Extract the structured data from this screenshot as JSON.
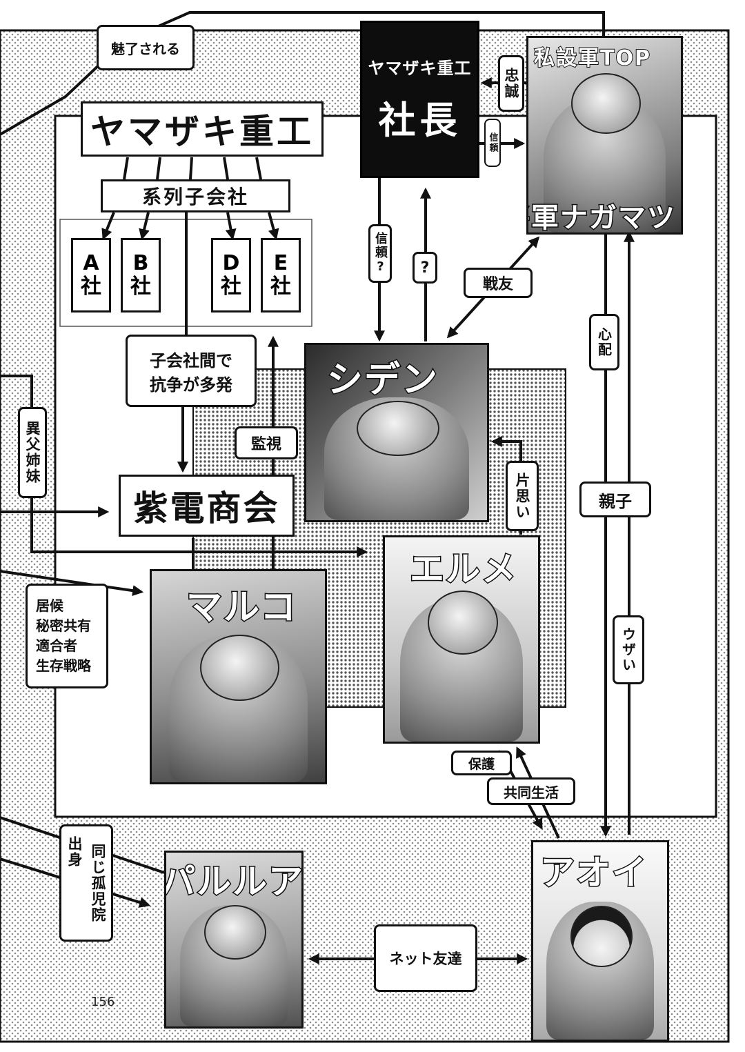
{
  "page_number": "156",
  "nodes": {
    "yamazaki_president": {
      "line1": "ヤマザキ重工",
      "line2": "社長"
    },
    "yamazaki_heavy": "ヤマザキ重工",
    "affiliates": "系列子会社",
    "sub_a": {
      "letter": "A",
      "suffix": "社"
    },
    "sub_b": {
      "letter": "B",
      "suffix": "社"
    },
    "sub_d": {
      "letter": "D",
      "suffix": "社"
    },
    "sub_e": {
      "letter": "E",
      "suffix": "社"
    },
    "shiden_trading": "紫電商会",
    "nagamatsu": {
      "top": "私設軍TOP",
      "bottom": "将軍ナガマツ"
    },
    "shiden": "シデン",
    "marco": "マルコ",
    "elme": "エルメ",
    "aoi": "アオイ",
    "parurua": "パルルア"
  },
  "relations": {
    "charmed": "魅了される",
    "loyalty": "忠誠",
    "trust": "信頼",
    "trust_q": "信頼?",
    "question": "?",
    "comrade": "戦友",
    "worry": "心配",
    "parent_child": "親子",
    "annoying": "ウザい",
    "conflict": {
      "line1": "子会社間で",
      "line2": "抗争が多発"
    },
    "surveillance": "監視",
    "one_sided": "片思い",
    "half_sisters": "異父姉妹",
    "freeloader": {
      "lines": [
        "居候",
        "秘密共有",
        "適合者",
        "生存戦略"
      ]
    },
    "protection": "保護",
    "cohabitation": "共同生活",
    "same_orphanage": {
      "col1": "同じ孤児院",
      "col2": "出身"
    },
    "net_friends": "ネット友達"
  },
  "colors": {
    "ink": "#111111",
    "paper": "#ffffff",
    "halftone": "#9a9a9a"
  }
}
